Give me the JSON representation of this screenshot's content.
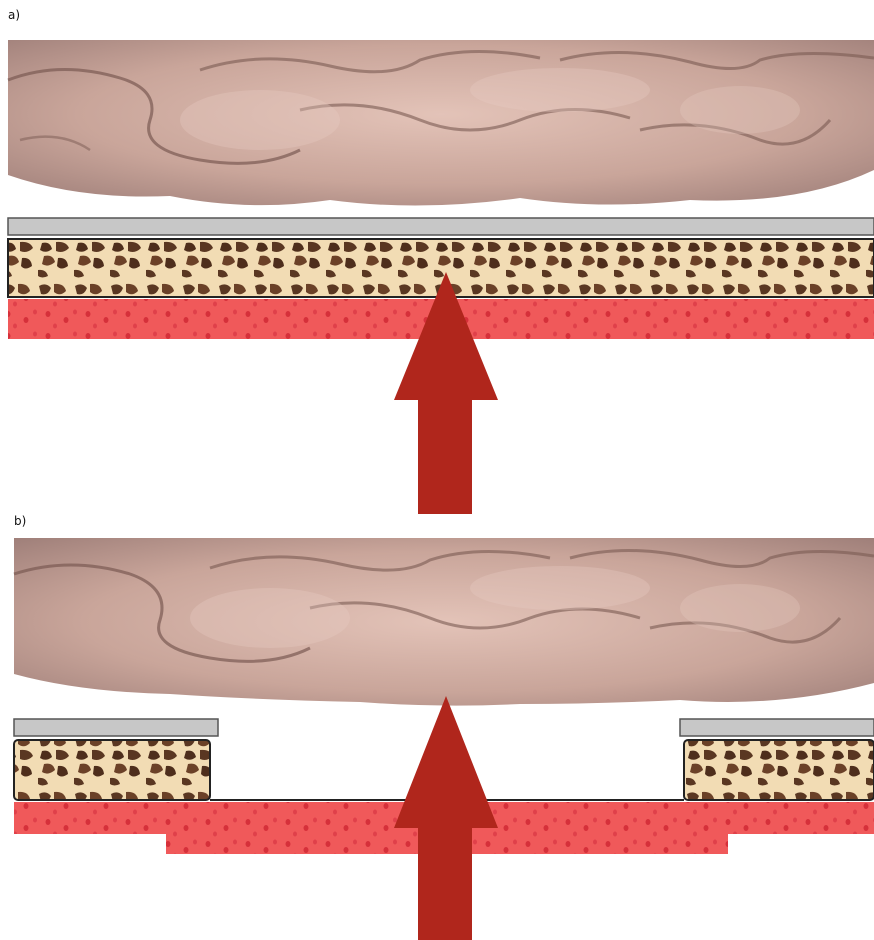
{
  "panels": [
    {
      "label": "a)"
    },
    {
      "label": "b)"
    }
  ],
  "colors": {
    "brain": "#c9a59a",
    "brain_highlight": "#e8ccc3",
    "brain_shadow": "#7a5a52",
    "plate": "#c7c7c7",
    "bone": "#f2dcb4",
    "bone_pore": "#5a3722",
    "dura": "#f0595a",
    "dura_dot": "#d6303a",
    "arrow": "#b0261c"
  },
  "icons": [
    "brain-illustration",
    "skull-bone-layer",
    "dura-layer",
    "pressure-arrow"
  ]
}
